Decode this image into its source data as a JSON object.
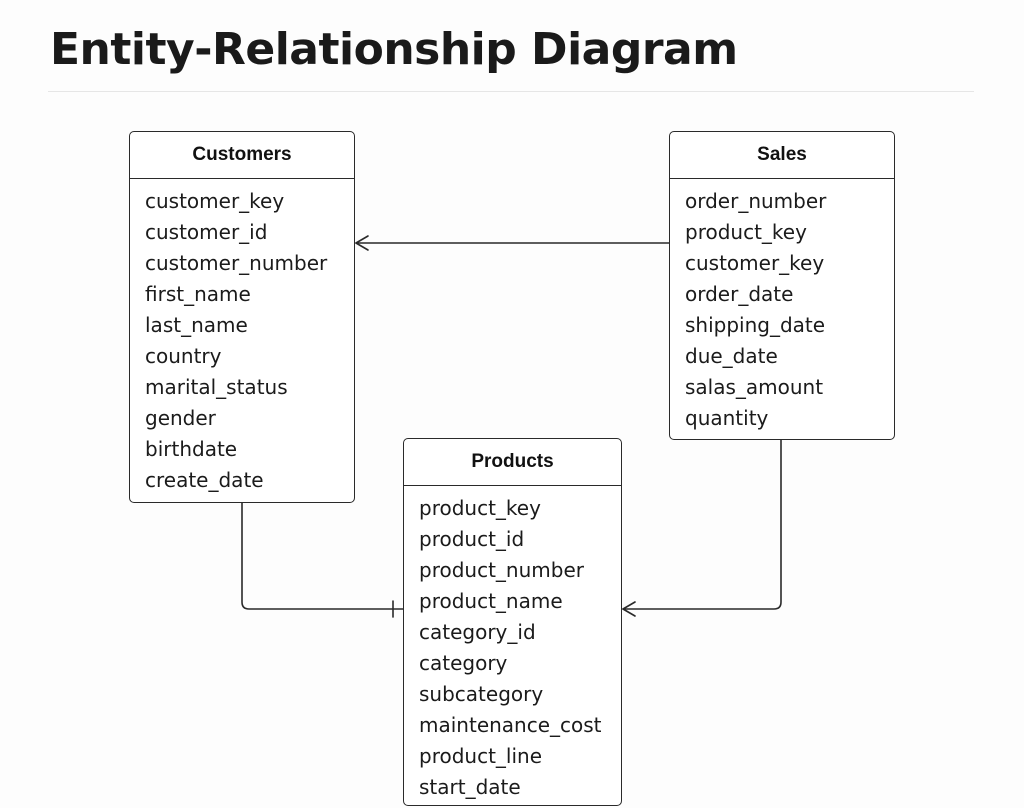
{
  "page": {
    "title": "Entity-Relationship Diagram"
  },
  "entities": {
    "customers": {
      "name": "Customers",
      "fields": [
        "customer_key",
        "customer_id",
        "customer_number",
        "first_name",
        "last_name",
        "country",
        "marital_status",
        "gender",
        "birthdate",
        "create_date"
      ]
    },
    "sales": {
      "name": "Sales",
      "fields": [
        "order_number",
        "product_key",
        "customer_key",
        "order_date",
        "shipping_date",
        "due_date",
        "salas_amount",
        "quantity"
      ]
    },
    "products": {
      "name": "Products",
      "fields": [
        "product_key",
        "product_id",
        "product_number",
        "product_name",
        "category_id",
        "category",
        "subcategory",
        "maintenance_cost",
        "product_line",
        "start_date"
      ]
    }
  },
  "relationships": [
    {
      "from": "sales",
      "to": "customers",
      "end_marker": "arrow"
    },
    {
      "from": "customers",
      "to": "products",
      "end_marker": "bar"
    },
    {
      "from": "sales",
      "to": "products",
      "end_marker": "arrow"
    }
  ],
  "colors": {
    "line": "#2a2a2a",
    "background": "#fdfdfd"
  }
}
